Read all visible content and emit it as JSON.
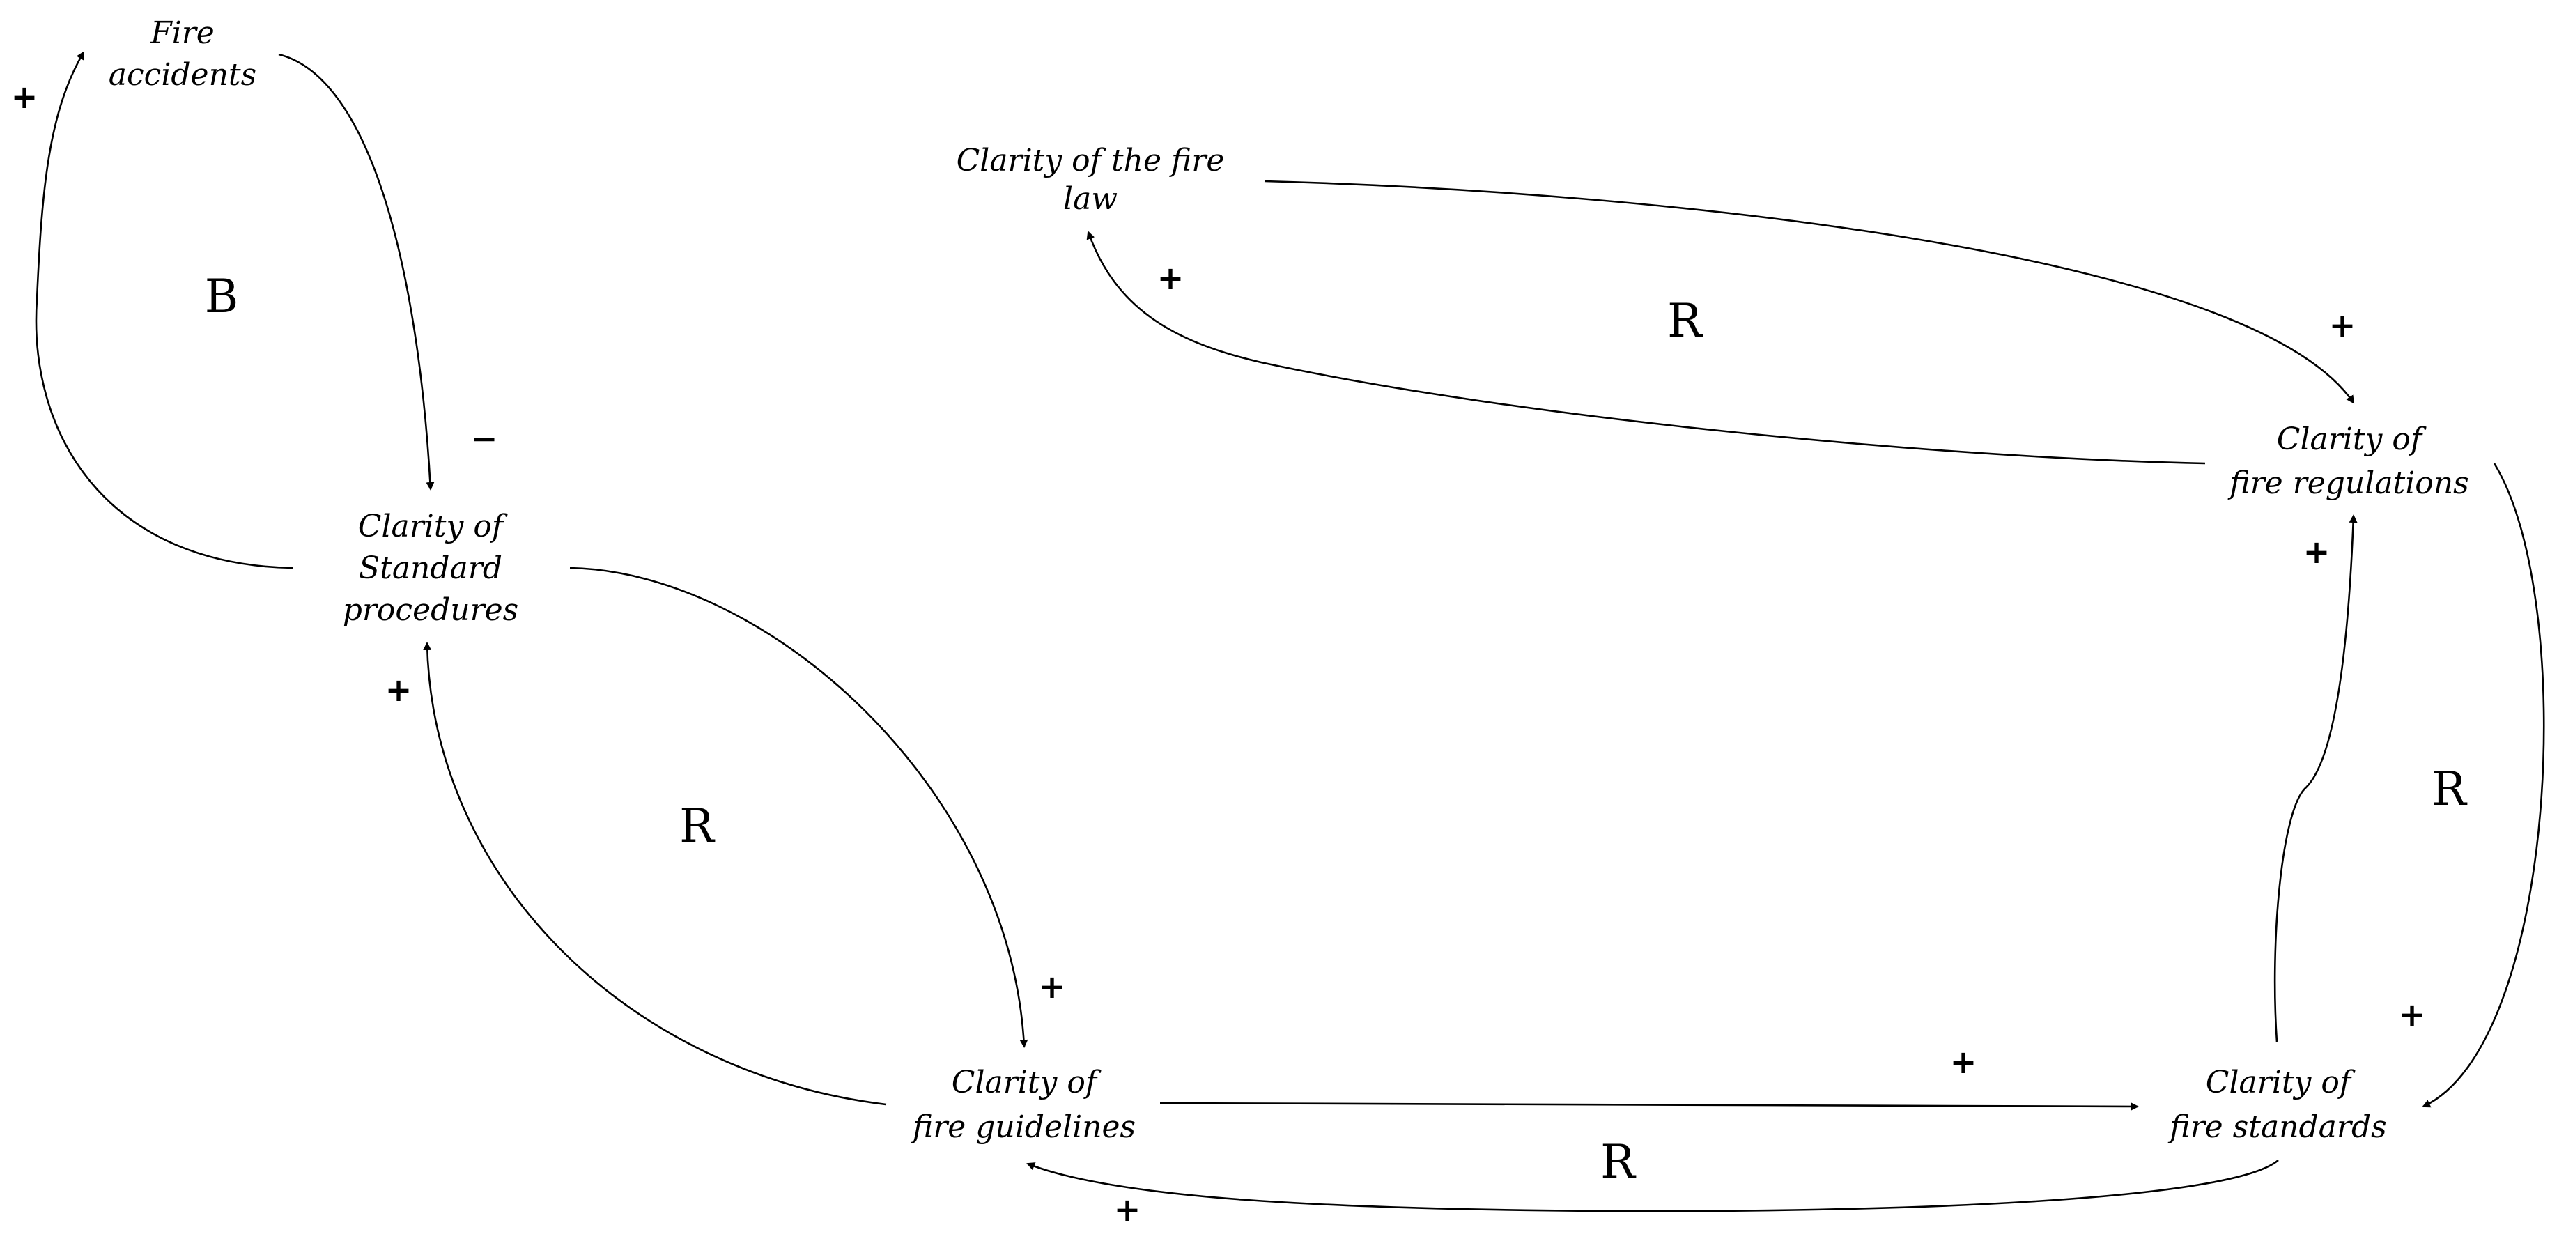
{
  "nodes": {
    "fire_accidents": [
      "Fire",
      "accidents"
    ],
    "clarity_fire_law": [
      "Clarity of the fire",
      "law"
    ],
    "clarity_fire_regulations": [
      "Clarity of",
      "fire regulations"
    ],
    "clarity_standard_procedures": [
      "Clarity of",
      "Standard",
      "procedures"
    ],
    "clarity_fire_guidelines": [
      "Clarity of",
      "fire guidelines"
    ],
    "clarity_fire_standards": [
      "Clarity of",
      "fire standards"
    ]
  },
  "polarities": {
    "procedures_to_accidents": "+",
    "accidents_to_procedures": "−",
    "regulations_to_law": "+",
    "law_to_regulations": "+",
    "standards_to_regulations": "+",
    "regulations_to_standards": "+",
    "guidelines_to_procedures": "+",
    "procedures_to_guidelines": "+",
    "guidelines_to_standards": "+",
    "standards_to_guidelines": "+"
  },
  "loops": {
    "accidents_procedures": "B",
    "law_regulations": "R",
    "procedures_guidelines": "R",
    "regulations_standards": "R",
    "guidelines_standards": "R"
  },
  "colors": {
    "ink": "#000000",
    "background": "#ffffff"
  }
}
